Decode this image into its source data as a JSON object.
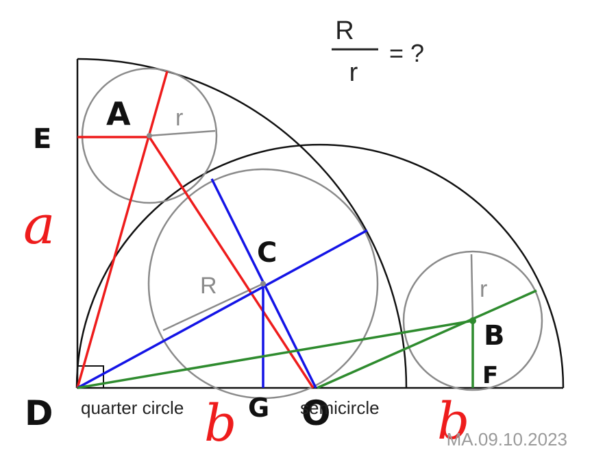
{
  "formula": {
    "numerator": "R",
    "denominator": "r",
    "rhs": "= ?"
  },
  "circle_labels": {
    "big_radius": "R",
    "small_radius_top": "r",
    "small_radius_right": "r"
  },
  "points": {
    "A": "A",
    "B": "B",
    "C": "C",
    "D": "D",
    "E": "E",
    "F": "F",
    "G": "G",
    "O": "O"
  },
  "captions": {
    "quarter": "quarter circle",
    "semi": "semicircle"
  },
  "side_labels": {
    "a": "a",
    "b_left": "b",
    "b_right": "b"
  },
  "stamp": "MA.09.10.2023",
  "colors": {
    "red": "#ee1c1c",
    "blue": "#1414e6",
    "green": "#2e8b2e",
    "gray": "#8a8a8a",
    "black": "#111111"
  }
}
